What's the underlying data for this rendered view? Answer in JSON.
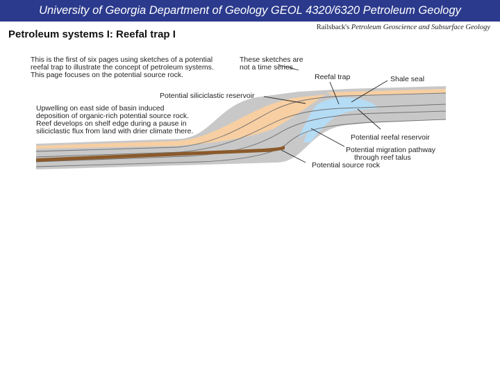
{
  "header": {
    "course_banner": "University of Georgia Department of Geology GEOL 4320/6320 Petroleum Geology"
  },
  "attribution": {
    "author": "Railsback's",
    "work": "Petroleum Geoscience and Subsurface Geology"
  },
  "slide": {
    "title": "Petroleum systems I: Reefal trap I",
    "intro_lines": [
      "This is the first of six pages using sketches of a potential",
      "reefal trap to illustrate the concept of petroleum systems.",
      "This page focuses on the potential source rock."
    ],
    "series_note_lines": [
      "These sketches are",
      "not a time series."
    ],
    "upwelling_lines": [
      "Upwelling on east side of basin induced",
      "deposition of organic-rich potential source rock.",
      "Reef develops on shelf edge during a pause in",
      "siliciclastic flux from land with drier climate there."
    ]
  },
  "figure": {
    "labels": {
      "reefal_trap": "Reefal trap",
      "shale_seal": "Shale seal",
      "siliciclastic_reservoir": "Potential siliciclastic reservoir",
      "reefal_reservoir": "Potential reefal reservoir",
      "migration_line1": "Potential migration pathway",
      "migration_line2": "through reef talus",
      "source_rock": "Potential source rock"
    },
    "colors": {
      "shale": "#c8c8c8",
      "sandstone": "#f7cfa2",
      "reef": "#b5dcf5",
      "source_rock": "#8b5a2b",
      "banner": "#2b3a8c"
    }
  }
}
